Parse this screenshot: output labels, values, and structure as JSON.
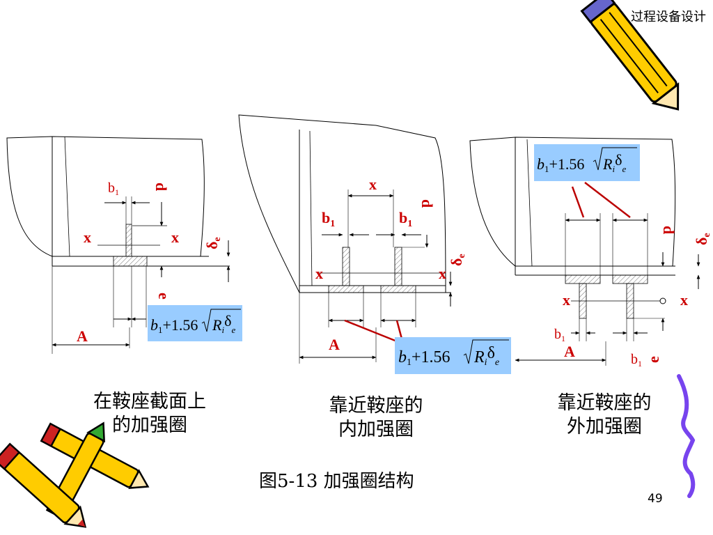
{
  "header": {
    "title": "过程设备设计"
  },
  "figure": {
    "caption": "图5-13   加强圈结构"
  },
  "page": {
    "number": "49"
  },
  "formula_text": {
    "b1": "b",
    "sub1": "1",
    "plus": "+1.56",
    "R": "R",
    "i": "i",
    "delta": "δ",
    "e": "e"
  },
  "panels": [
    {
      "caption_line1": "在鞍座截面上",
      "caption_line2": "的加强圈",
      "labels": {
        "b1": "b",
        "b1_sub": "1",
        "d": "d",
        "x_left": "x",
        "x_right": "x",
        "delta": "δ",
        "delta_sub": "e",
        "e": "e",
        "A": "A"
      }
    },
    {
      "caption_line1": "靠近鞍座的",
      "caption_line2": "内加强圈",
      "labels": {
        "x_top": "x",
        "d": "d",
        "b1_left": "b",
        "b1_right": "b",
        "b1_sub": "1",
        "x_left": "x",
        "x_right": "x",
        "delta": "δ",
        "delta_sub": "e",
        "A": "A"
      }
    },
    {
      "caption_line1": "靠近鞍座的",
      "caption_line2": "外加强圈",
      "labels": {
        "d": "d",
        "delta": "δ",
        "delta_sub": "e",
        "x_left": "x",
        "x_right": "x",
        "b1_top": "b",
        "b1_bottom": "b",
        "b1_sub": "1",
        "A": "A",
        "e": "e"
      }
    }
  ],
  "colors": {
    "label_red": "#cc0000",
    "formula_box": "#99ccff",
    "bracket": "#7744ee",
    "pencil_yellow": "#ffcc00"
  },
  "icons": [
    "pencil-icon",
    "pencils-cluster-icon",
    "curly-bracket-icon"
  ]
}
